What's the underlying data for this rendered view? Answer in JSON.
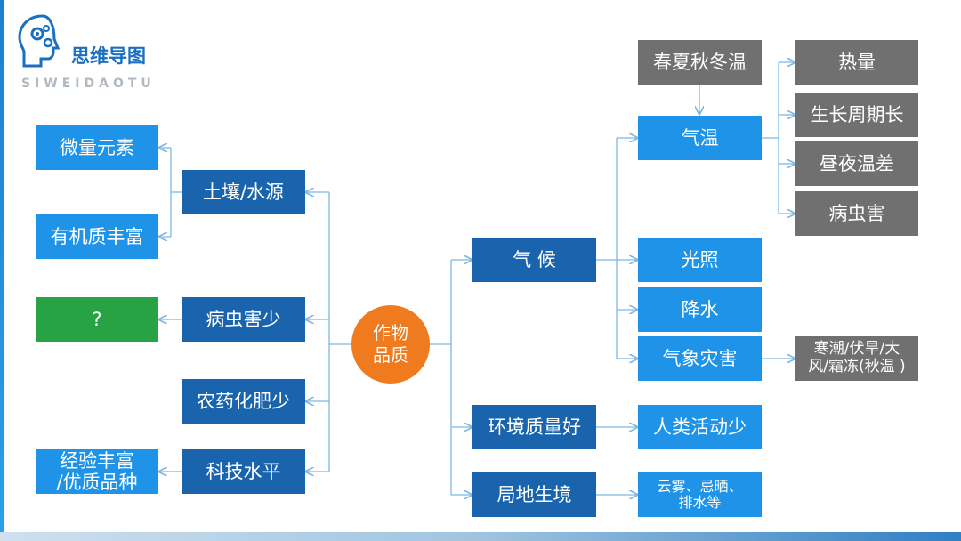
{
  "brand": {
    "title": "思维导图",
    "subtitle": "SIWEIDAOTU"
  },
  "center": "作物\n品质",
  "left": {
    "groups": [
      {
        "label": "土壤/水源",
        "children": [
          "微量元素",
          "有机质丰富"
        ]
      },
      {
        "label": "病虫害少",
        "children": [
          "?"
        ]
      },
      {
        "label": "农药化肥少",
        "children": []
      },
      {
        "label": "科技水平",
        "children": [
          "经验丰富\n/优质品种"
        ]
      }
    ]
  },
  "right": {
    "climate": {
      "label": "气 候",
      "temperature": {
        "label": "气温",
        "source": "春夏秋冬温",
        "factors": [
          "热量",
          "生长周期长",
          "昼夜温差",
          "病虫害"
        ]
      },
      "light": "光照",
      "precipitation": "降水",
      "disaster": {
        "label": "气象灾害",
        "detail": "寒潮/伏旱/大\n风/霜冻(秋温 )"
      }
    },
    "environment": {
      "label": "环境质量好",
      "child": "人类活动少"
    },
    "local": {
      "label": "局地生境",
      "child": "云雾、忌晒、\n排水等"
    }
  },
  "colors": {
    "light_blue": "#1e93e8",
    "dark_blue": "#1a64ad",
    "gray": "#707070",
    "green": "#27a345",
    "orange": "#f07b1f",
    "connector": "#7fb8e0"
  }
}
